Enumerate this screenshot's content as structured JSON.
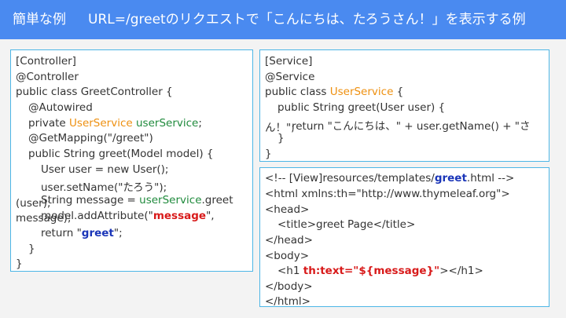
{
  "header": {
    "title_prefix": "簡単な例",
    "title_main": "URL=/greetのリクエストで「こんにちは、たろうさん！」を表示する例"
  },
  "controller": {
    "l1": "[Controller]",
    "l2": "@Controller",
    "l3": "public class GreetController {",
    "l4": "@Autowired",
    "l5_a": "private ",
    "l5_b": "UserService",
    "l5_c": " ",
    "l5_d": "userService",
    "l5_e": ";",
    "l6": "@GetMapping(\"/greet\")",
    "l7": "public String greet(Model model) {",
    "l8": "User user = new User();",
    "l9": "user.setName(\"たろう\");",
    "l10_a": "String message = ",
    "l10_b": "userService",
    "l10_c": ".greet",
    "wrap1": "(user);",
    "l11_a": "model.addAttribute(\"",
    "l11_b": "message",
    "l11_c": "\",",
    "wrap2": "message);",
    "l12_a": "return \"",
    "l12_b": "greet",
    "l12_c": "\";",
    "l13": "}",
    "l14": "}"
  },
  "service": {
    "l1": "[Service]",
    "l2": "@Service",
    "l3_a": "public class ",
    "l3_b": "UserService",
    "l3_c": " {",
    "l4": "public String greet(User user) {",
    "l5": "return \"こんにちは、\" + user.getName() + \"さ",
    "wrap": "ん！\";",
    "l6": "}",
    "l7": "}"
  },
  "view": {
    "l1_a": "<!-- [View]resources/templates/",
    "l1_b": "greet",
    "l1_c": ".html -->",
    "l2": "<html xmlns:th=\"http://www.thymeleaf.org\">",
    "l3": "<head>",
    "l4": "<title>greet Page</title>",
    "l5": "</head>",
    "l6": "<body>",
    "l7_a": "<h1 ",
    "l7_b": "th:text=\"${message}\"",
    "l7_c": "></h1>",
    "l8": "</body>",
    "l9": "</html>"
  }
}
